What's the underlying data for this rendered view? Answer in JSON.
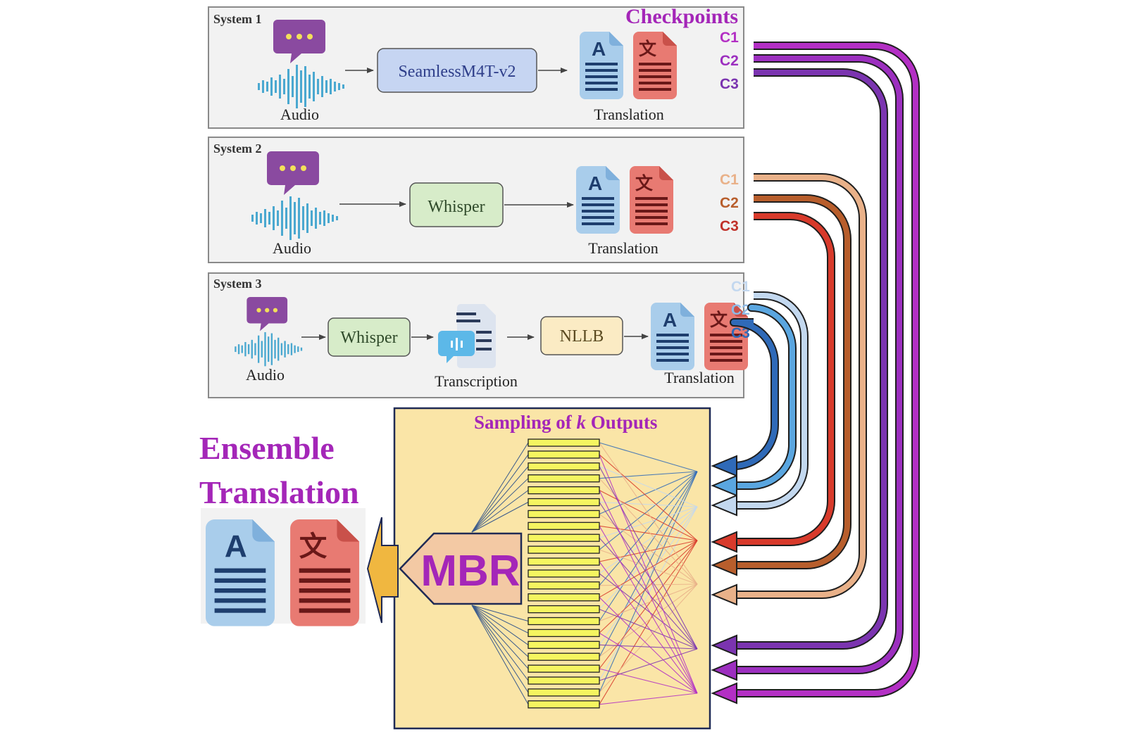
{
  "systems": [
    {
      "title": "System 1",
      "audio_label": "Audio",
      "model": "SeamlessM4T-v2",
      "output_label": "Translation"
    },
    {
      "title": "System 2",
      "audio_label": "Audio",
      "model": "Whisper",
      "output_label": "Translation"
    },
    {
      "title": "System 3",
      "audio_label": "Audio",
      "model": "Whisper",
      "middle_label": "Transcription",
      "model2": "NLLB",
      "output_label": "Translation"
    }
  ],
  "checkpoints": {
    "title": "Checkpoints",
    "labels": [
      "C1",
      "C2",
      "C3"
    ]
  },
  "sampling": {
    "prefix": "Sampling of ",
    "k": "k",
    "suffix": " Outputs"
  },
  "mbr_label": "MBR",
  "ensemble": {
    "line1": "Ensemble",
    "line2": "Translation"
  },
  "colors": {
    "purple_title": "#a426b8",
    "system1": [
      "#b32fc4",
      "#9c2fbf",
      "#7b34b0"
    ],
    "system2": [
      "#e9b189",
      "#b85e2c",
      "#d83a2b"
    ],
    "system3": [
      "#c3d8ef",
      "#5aa6e0",
      "#2f6ab8"
    ],
    "mbr_panel": "#fae5a7",
    "sample_bar": "#f5f560"
  },
  "icons": [
    "speech-bubble-icon",
    "audio-waveform-icon",
    "translation-document-icon",
    "transcription-icon"
  ]
}
